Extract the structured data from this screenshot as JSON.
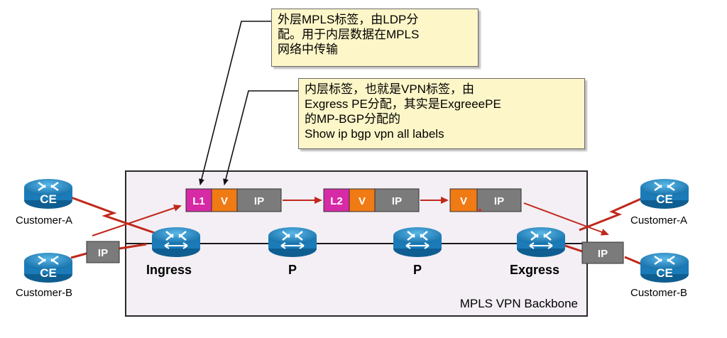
{
  "callouts": {
    "outer": {
      "lines": [
        "外层MPLS标签，由LDP分",
        "配。用于内层数据在MPLS",
        "网络中传输"
      ]
    },
    "inner": {
      "lines": [
        "内层标签，也就是VPN标签，由",
        "Exgress PE分配，其实是ExgreeePE",
        "的MP-BGP分配的",
        "Show ip bgp vpn all labels"
      ]
    }
  },
  "backbone": {
    "label": "MPLS VPN Backbone"
  },
  "stacks": {
    "s1": {
      "l": "L1",
      "v": "V",
      "ip": "IP"
    },
    "s2": {
      "l": "L2",
      "v": "V",
      "ip": "IP"
    },
    "s3": {
      "v": "V",
      "ip": "IP"
    }
  },
  "packets": {
    "left": "IP",
    "right": "IP"
  },
  "routers": {
    "ingress": "Ingress",
    "p1": "P",
    "p2": "P",
    "egress": "Exgress"
  },
  "customers": {
    "left_a": {
      "icon": "CE",
      "label": "Customer-A"
    },
    "left_b": {
      "icon": "CE",
      "label": "Customer-B"
    },
    "right_a": {
      "icon": "CE",
      "label": "Customer-A"
    },
    "right_b": {
      "icon": "CE",
      "label": "Customer-B"
    }
  },
  "colors": {
    "label_magenta": "#d62aa6",
    "label_orange": "#f07a14",
    "label_gray": "#7b7b7b",
    "arrow_red": "#c0281c",
    "router_blue": "#1f8ccc",
    "callout_bg": "#fdf6c8"
  },
  "icons": [
    "router-icon",
    "ce-router-icon",
    "arrow-icon",
    "lightning-link-icon"
  ]
}
